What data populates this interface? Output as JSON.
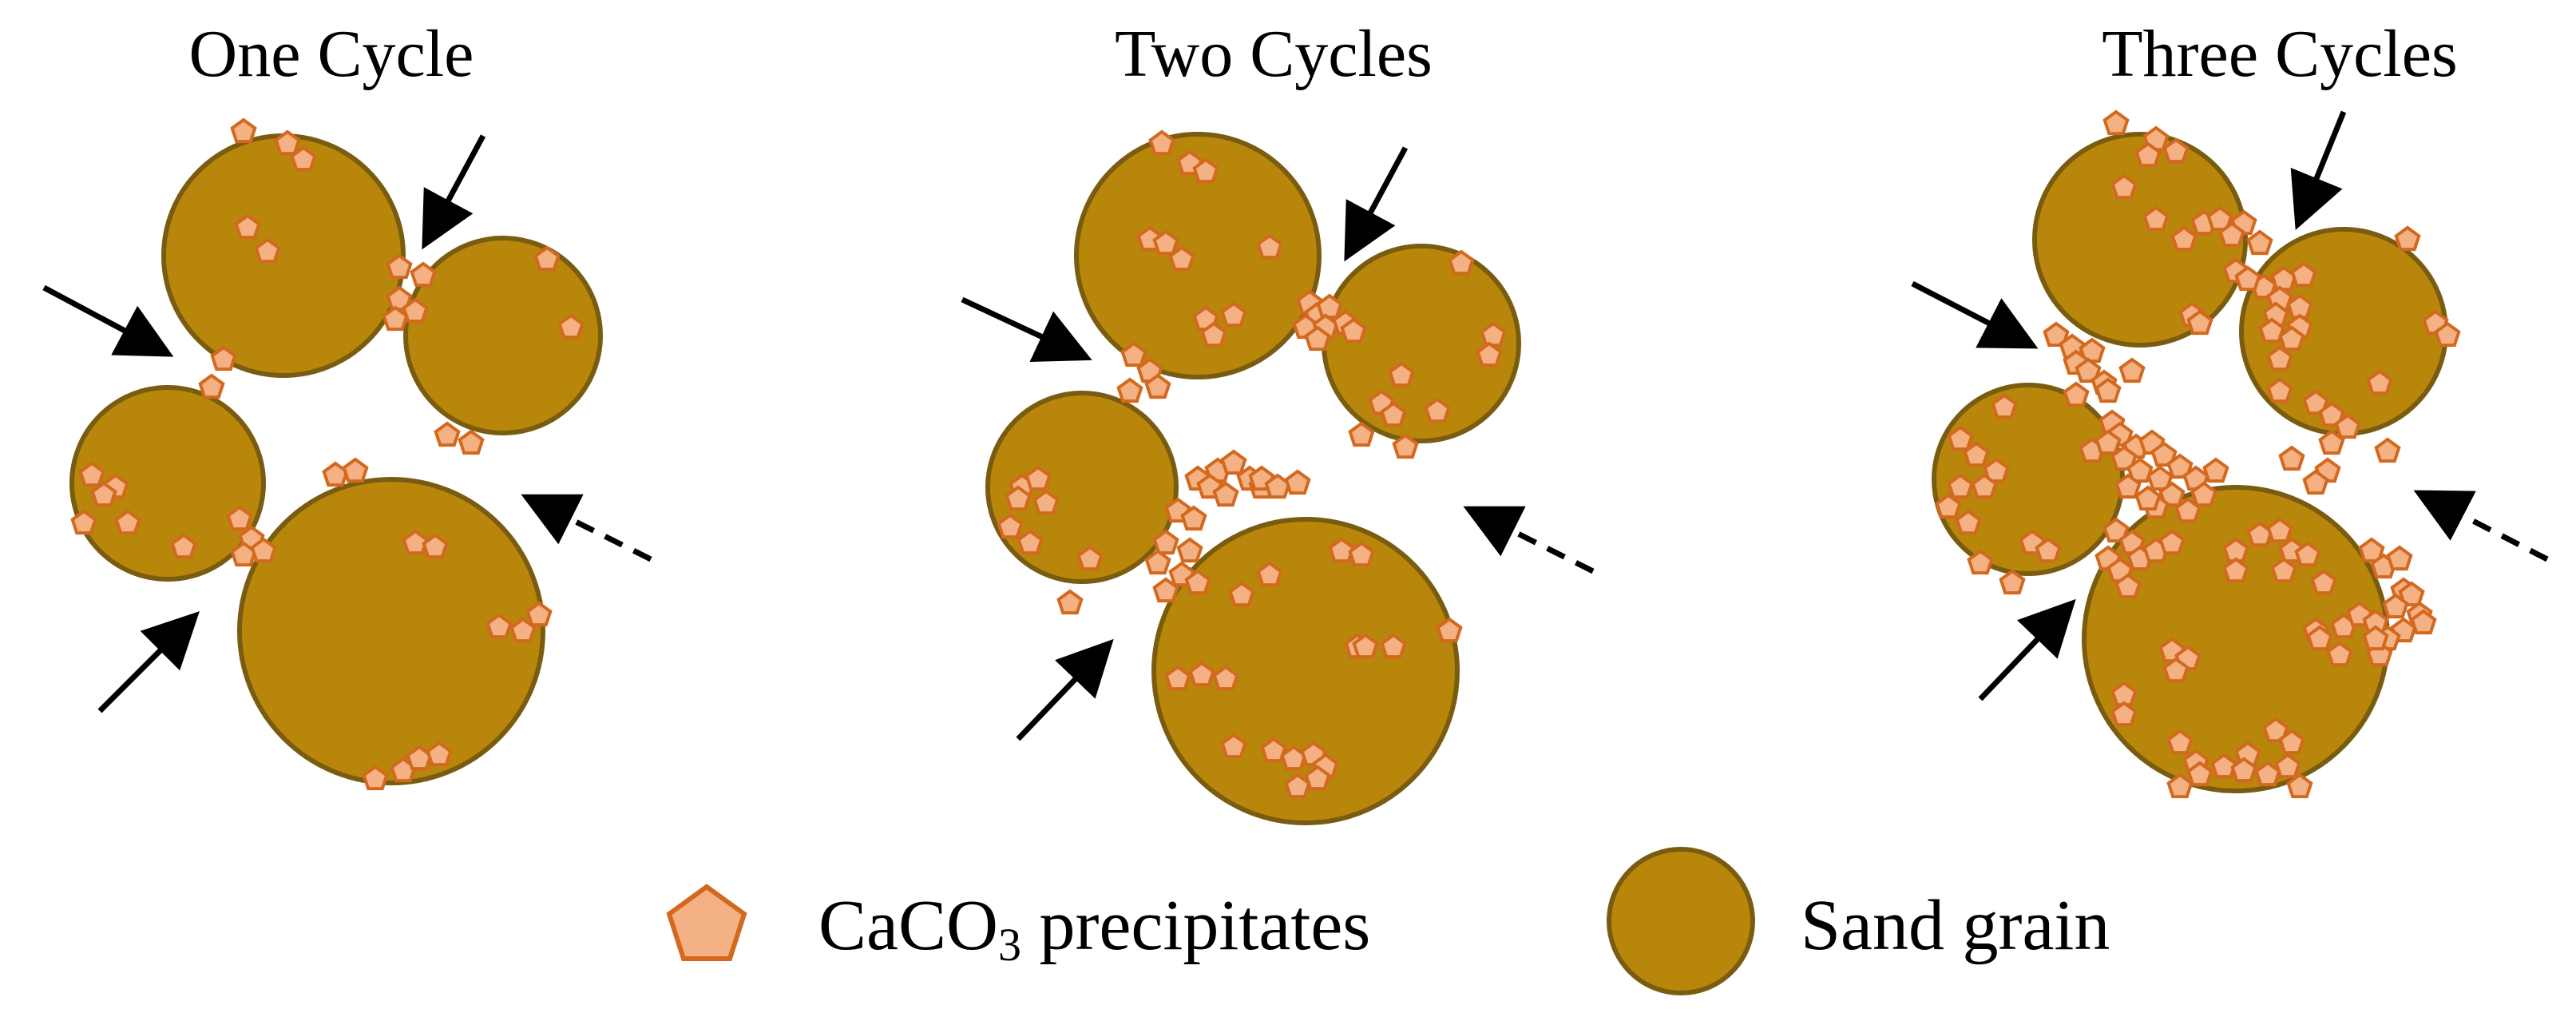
{
  "panels": [
    {
      "title": "One Cycle"
    },
    {
      "title": "Two Cycles"
    },
    {
      "title": "Three Cycles"
    }
  ],
  "legend": {
    "precipitate_label_main": "CaCO",
    "precipitate_label_sub": "3",
    "precipitate_label_rest": " precipitates",
    "grain_label": "Sand grain"
  },
  "colors": {
    "grain_fill": "#b8860b",
    "grain_stroke": "#7a5c10",
    "precipitate_fill": "#f4b183",
    "precipitate_stroke": "#d2691e",
    "arrow": "#000000"
  }
}
